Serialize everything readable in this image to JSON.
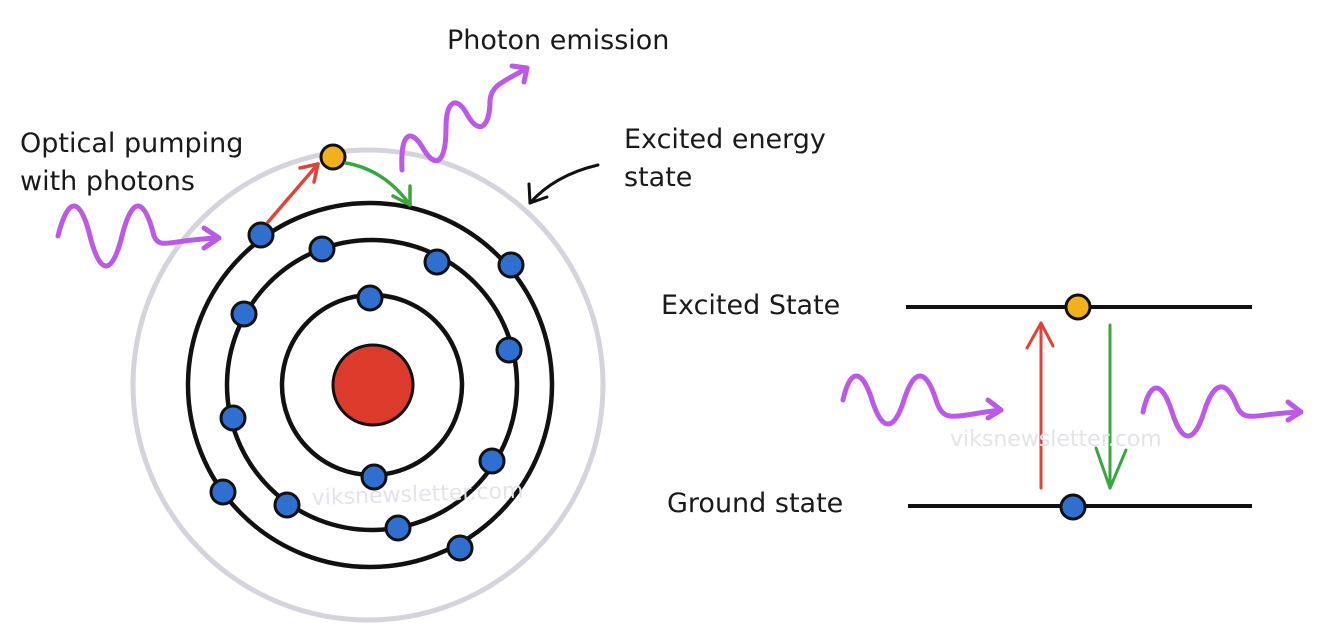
{
  "labels": {
    "photon_emission": "Photon emission",
    "optical_pumping_line1": "Optical pumping",
    "optical_pumping_line2": "with photons",
    "excited_energy_line1": "Excited energy",
    "excited_energy_line2": "state",
    "excited_state": "Excited State",
    "ground_state": "Ground state",
    "watermark": "viksnewsletter.com"
  },
  "colors": {
    "nucleus": "#dc3b2c",
    "electron": "#2f6fd0",
    "excited_electron": "#f2b01c",
    "wave": "#bb5ae6",
    "absorb_arrow": "#e0433a",
    "emit_arrow": "#3aa63c",
    "outer_shell": "#d4d4dc",
    "line": "#111111"
  },
  "icons": {
    "wave": "sine-wave-arrow",
    "electron": "filled-circle",
    "nucleus": "filled-circle"
  }
}
